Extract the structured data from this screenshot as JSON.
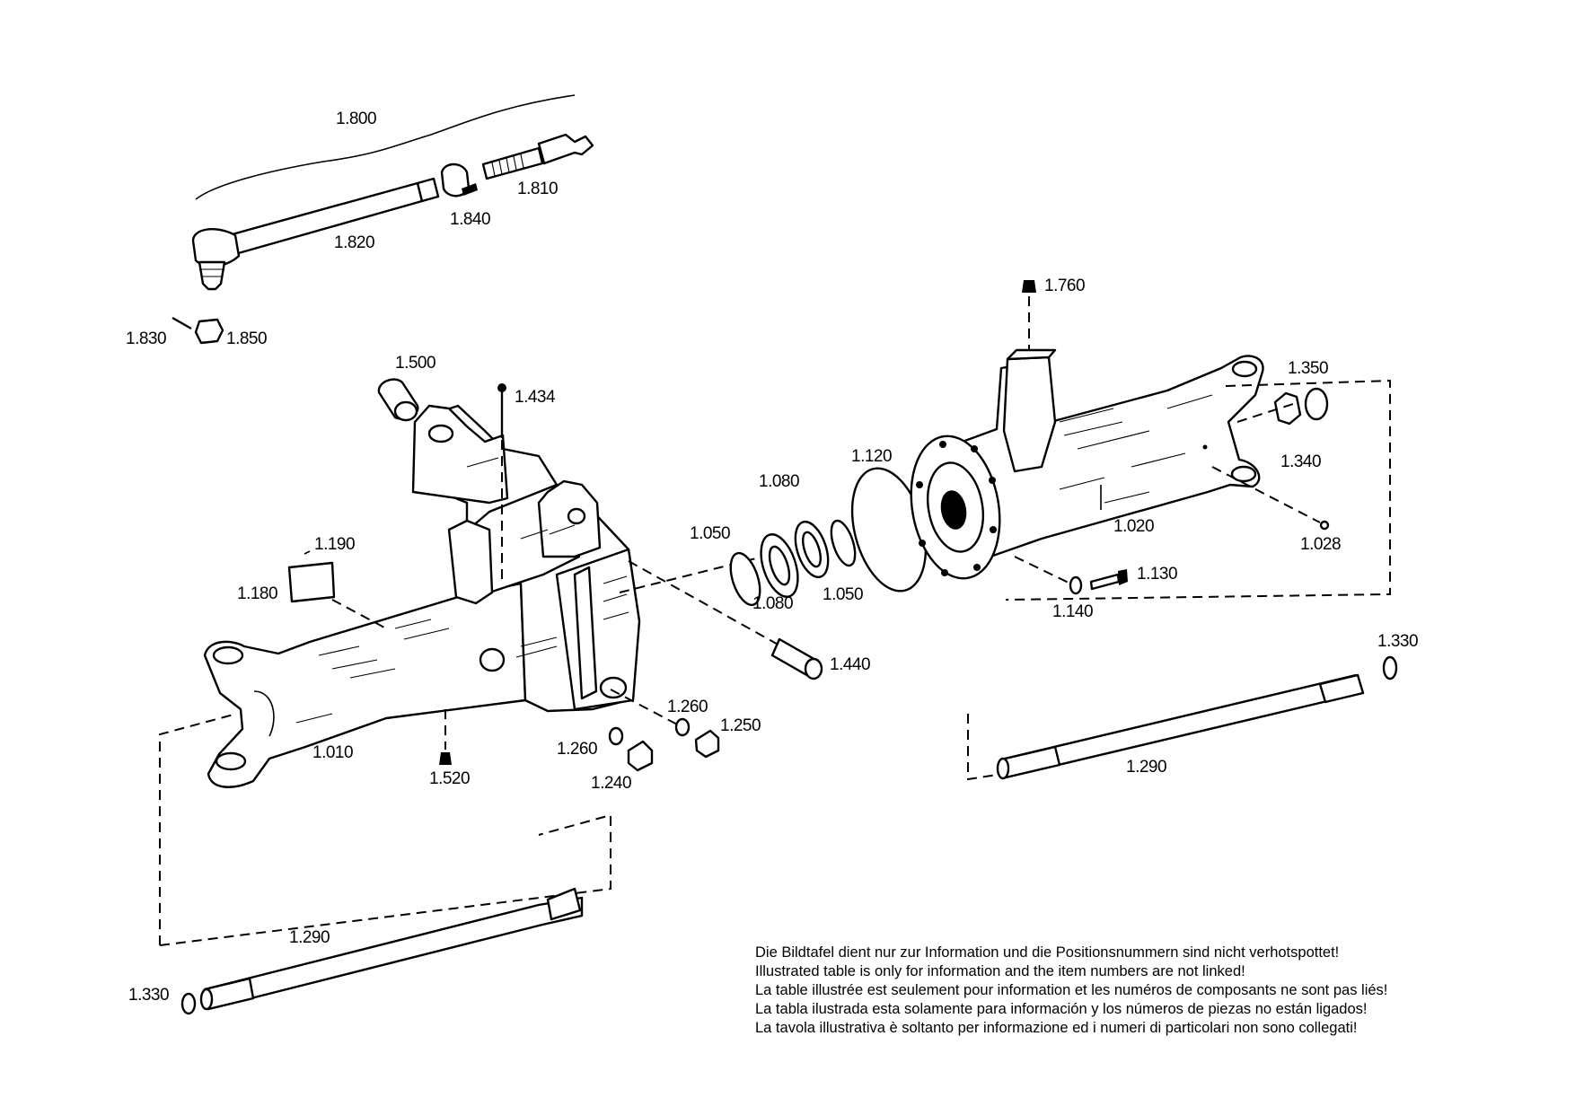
{
  "labels": {
    "l1800": "1.800",
    "l1810": "1.810",
    "l1840": "1.840",
    "l1820": "1.820",
    "l1830": "1.830",
    "l1850": "1.850",
    "l1500": "1.500",
    "l1434": "1.434",
    "l1190": "1.190",
    "l1180": "1.180",
    "l1010": "1.010",
    "l1520": "1.520",
    "l1260a": "1.260",
    "l1260b": "1.260",
    "l1250": "1.250",
    "l1240": "1.240",
    "l1050a": "1.050",
    "l1080a": "1.080",
    "l1080b": "1.080",
    "l1050b": "1.050",
    "l1120": "1.120",
    "l1440": "1.440",
    "l1760": "1.760",
    "l1350": "1.350",
    "l1340": "1.340",
    "l1020": "1.020",
    "l1028": "1.028",
    "l1130": "1.130",
    "l1140": "1.140",
    "l1330a": "1.330",
    "l1290a": "1.290",
    "l1290b": "1.290",
    "l1330b": "1.330"
  },
  "disclaimer": [
    "Die Bildtafel dient nur zur Information und die Positionsnummern sind nicht verhotspottet!",
    "Illustrated table is only for information and the item numbers are not linked!",
    "La table illustrée est seulement pour information et les numéros de composants ne sont pas liés!",
    "La tabla ilustrada esta solamente para información y los números de piezas no están ligados!",
    "La tavola illustrativa è soltanto per informazione ed i numeri di particolari non sono collegati!"
  ]
}
